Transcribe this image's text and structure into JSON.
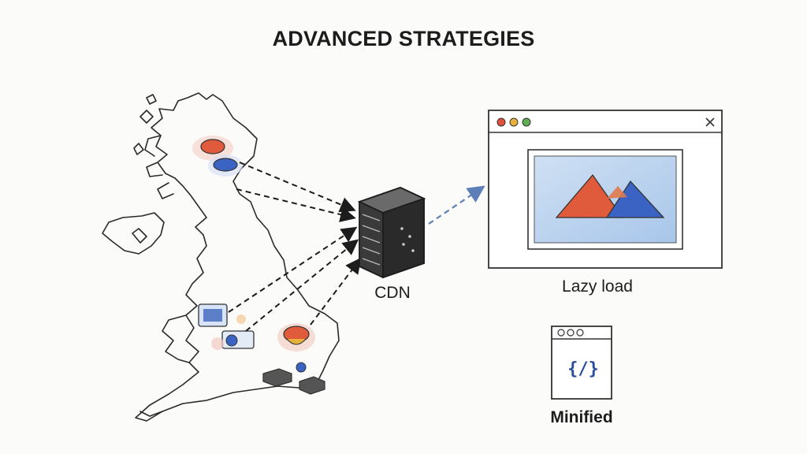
{
  "title": "ADVANCED STRATEGIES",
  "labels": {
    "cdn": "CDN",
    "lazy_load": "Lazy load",
    "minified": "Minified",
    "code_symbol": "{/}"
  },
  "icons": {
    "map": "uk-map-sketch",
    "server": "server-rack-icon",
    "browser": "browser-window-icon",
    "image": "mountain-image-icon",
    "small_browser": "minified-code-window-icon",
    "close": "close-icon"
  },
  "colors": {
    "ink": "#1c1c1c",
    "red_accent": "#e05a3c",
    "blue_accent": "#3b63c4",
    "dot_red": "#e0523d",
    "dot_yellow": "#e8b23a",
    "dot_green": "#5fae55",
    "arrow_blue": "#5d7fb8"
  }
}
